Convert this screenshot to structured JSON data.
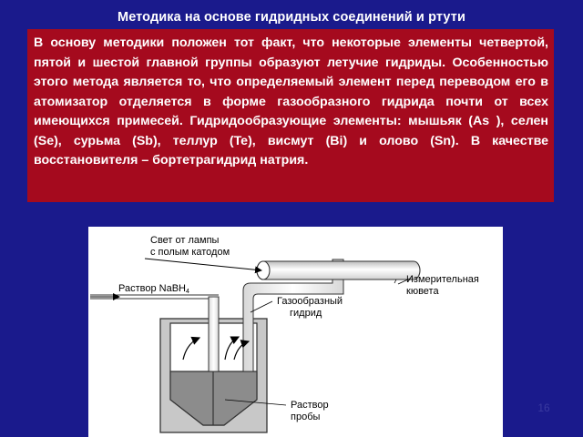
{
  "slide": {
    "title": "Методика на основе гидридных соединений и ртути",
    "body_text": "В основу методики положен тот факт, что некоторые элементы четвертой, пятой и шестой главной группы образуют летучие гидриды. Особенностью этого метода является то, что определяемый элемент перед переводом его в атомизатор отделяется в форме газообразного гидрида почти от всех имеющихся примесей. Гидридообразующие элементы: мышьяк (As ), селен (Se), сурьма (Sb), теллур (Te), висмут (Bi) и олово (Sn). В качестве восстановителя – бортетрагидрид натрия.",
    "page_number": "16"
  },
  "diagram": {
    "label_lamp_line1": "Свет от лампы",
    "label_lamp_line2": "с полым катодом",
    "label_reagent": "Раствор NaBH",
    "label_reagent_subscript": "4",
    "label_cell_line1": "Измерительная",
    "label_cell_line2": "кювета",
    "label_gas_line1": "Газообразный",
    "label_gas_line2": "гидрид",
    "label_sample_line1": "Раствор",
    "label_sample_line2": "пробы"
  },
  "colors": {
    "background": "#1a1a8c",
    "text_box": "#a50a1e",
    "vessel_body": "#c8c8c8",
    "liquid": "#8c8c8c"
  }
}
